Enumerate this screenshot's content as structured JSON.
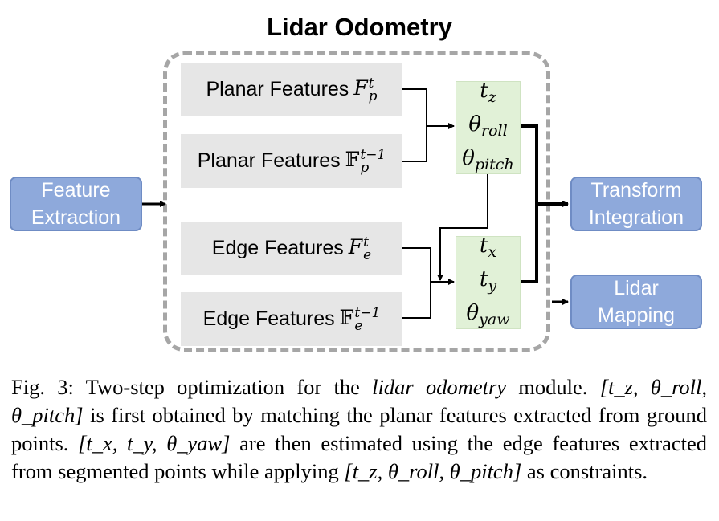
{
  "title": "Lidar Odometry",
  "inputs": [
    {
      "label": "Planar Features",
      "symbol": "F",
      "sup": "t",
      "sub": "p"
    },
    {
      "label": "Planar Features",
      "symbol": "𝔽",
      "sup": "t−1",
      "sub": "p"
    },
    {
      "label": "Edge Features",
      "symbol": "F",
      "sup": "t",
      "sub": "e"
    },
    {
      "label": "Edge Features",
      "symbol": "𝔽",
      "sup": "t−1",
      "sub": "e"
    }
  ],
  "step1": {
    "lines": [
      {
        "base": "t",
        "sub": "z"
      },
      {
        "base": "θ",
        "sub": "roll"
      },
      {
        "base": "θ",
        "sub": "pitch"
      }
    ]
  },
  "step2": {
    "lines": [
      {
        "base": "t",
        "sub": "x"
      },
      {
        "base": "t",
        "sub": "y"
      },
      {
        "base": "θ",
        "sub": "yaw"
      }
    ]
  },
  "feature_extraction": {
    "line1": "Feature",
    "line2": "Extraction"
  },
  "transform_integration": {
    "line1": "Transform",
    "line2": "Integration"
  },
  "lidar_mapping": {
    "line1": "Lidar",
    "line2": "Mapping"
  },
  "caption": {
    "fig_label": "Fig. 3:",
    "p1": " Two-step optimization for the ",
    "module_name": "lidar odometry",
    "p2": " module. ",
    "vec1": "[t_z, θ_roll, θ_pitch]",
    "p3": " is first obtained by matching the planar features extracted from ground points. ",
    "vec2": "[t_x, t_y, θ_yaw]",
    "p4": " are then estimated using the edge features extracted from segmented points while applying ",
    "vec3": "[t_z, θ_roll, θ_pitch]",
    "p5": " as constraints."
  }
}
